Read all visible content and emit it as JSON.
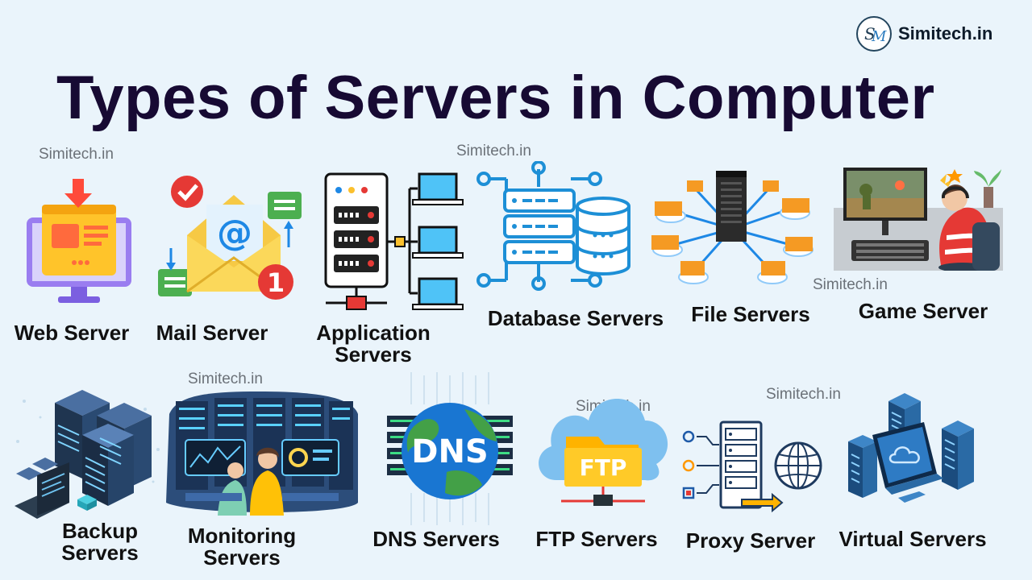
{
  "brand": {
    "name": "Simitech.in"
  },
  "title": "Types of Servers in Computer",
  "watermark": "Simitech.in",
  "servers": {
    "web": {
      "label": "Web Server"
    },
    "mail": {
      "label": "Mail Server",
      "badge": "1",
      "at": "@"
    },
    "application": {
      "label_line1": "Application",
      "label_line2": "Servers"
    },
    "database": {
      "label": "Database Servers"
    },
    "file": {
      "label": "File Servers"
    },
    "game": {
      "label": "Game Server"
    },
    "backup": {
      "label_line1": "Backup",
      "label_line2": "Servers"
    },
    "monitoring": {
      "label_line1": "Monitoring",
      "label_line2": "Servers"
    },
    "dns": {
      "label": "DNS Servers",
      "icon_text": "DNS"
    },
    "ftp": {
      "label": "FTP Servers",
      "icon_text": "FTP"
    },
    "proxy": {
      "label": "Proxy Server"
    },
    "virtual": {
      "label": "Virtual Servers"
    }
  }
}
